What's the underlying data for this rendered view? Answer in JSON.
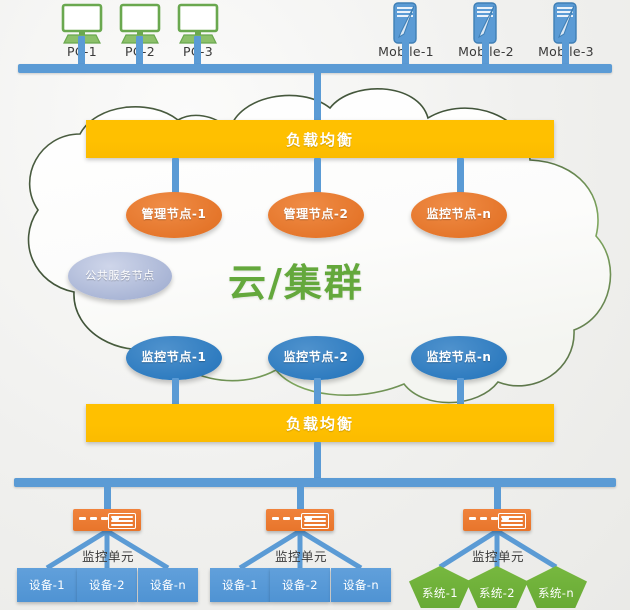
{
  "diagram": {
    "title_center": "云/集群",
    "cloud_label_color": "#64a83c"
  },
  "clients": {
    "pcs": [
      {
        "label": "PC-1",
        "icon": "desktop-computer-icon"
      },
      {
        "label": "PC-2",
        "icon": "desktop-computer-icon"
      },
      {
        "label": "PC-3",
        "icon": "desktop-computer-icon"
      }
    ],
    "mobiles": [
      {
        "label": "Mobile-1",
        "icon": "pda-stylus-icon"
      },
      {
        "label": "Mobile-2",
        "icon": "pda-stylus-icon"
      },
      {
        "label": "Mobile-3",
        "icon": "pda-stylus-icon"
      }
    ]
  },
  "load_balancers": {
    "top_label": "负载均衡",
    "bottom_label": "负载均衡",
    "color": "#ffc000"
  },
  "cloud": {
    "management_nodes": [
      {
        "label": "管理节点-1",
        "color": "#e5762b"
      },
      {
        "label": "管理节点-2",
        "color": "#e5762b"
      },
      {
        "label": "监控节点-n",
        "color": "#e5762b"
      }
    ],
    "public_service_node": {
      "label": "公共服务节点",
      "color": "#aab6d6"
    },
    "monitor_nodes": [
      {
        "label": "监控节点-1",
        "color": "#2f7cc0"
      },
      {
        "label": "监控节点-2",
        "color": "#2f7cc0"
      },
      {
        "label": "监控节点-n",
        "color": "#2f7cc0"
      }
    ]
  },
  "field": {
    "groups": [
      {
        "unit_label": "监控单元",
        "switch_icon": "network-switch-icon",
        "leaf_type": "device",
        "leaves": [
          {
            "label": "设备-1"
          },
          {
            "label": "设备-2"
          },
          {
            "label": "设备-n"
          }
        ]
      },
      {
        "unit_label": "监控单元",
        "switch_icon": "network-switch-icon",
        "leaf_type": "device",
        "leaves": [
          {
            "label": "设备-1"
          },
          {
            "label": "设备-2"
          },
          {
            "label": "设备-n"
          }
        ]
      },
      {
        "unit_label": "监控单元",
        "switch_icon": "network-switch-icon",
        "leaf_type": "system",
        "leaves": [
          {
            "label": "系统-1"
          },
          {
            "label": "系统-2"
          },
          {
            "label": "系统-n"
          }
        ]
      }
    ]
  },
  "colors": {
    "bus": "#5b9bd5",
    "device": "#4f93d3",
    "system": "#68aa35",
    "switch": "#e8752b",
    "cloud_outline": "#4d5f42"
  }
}
